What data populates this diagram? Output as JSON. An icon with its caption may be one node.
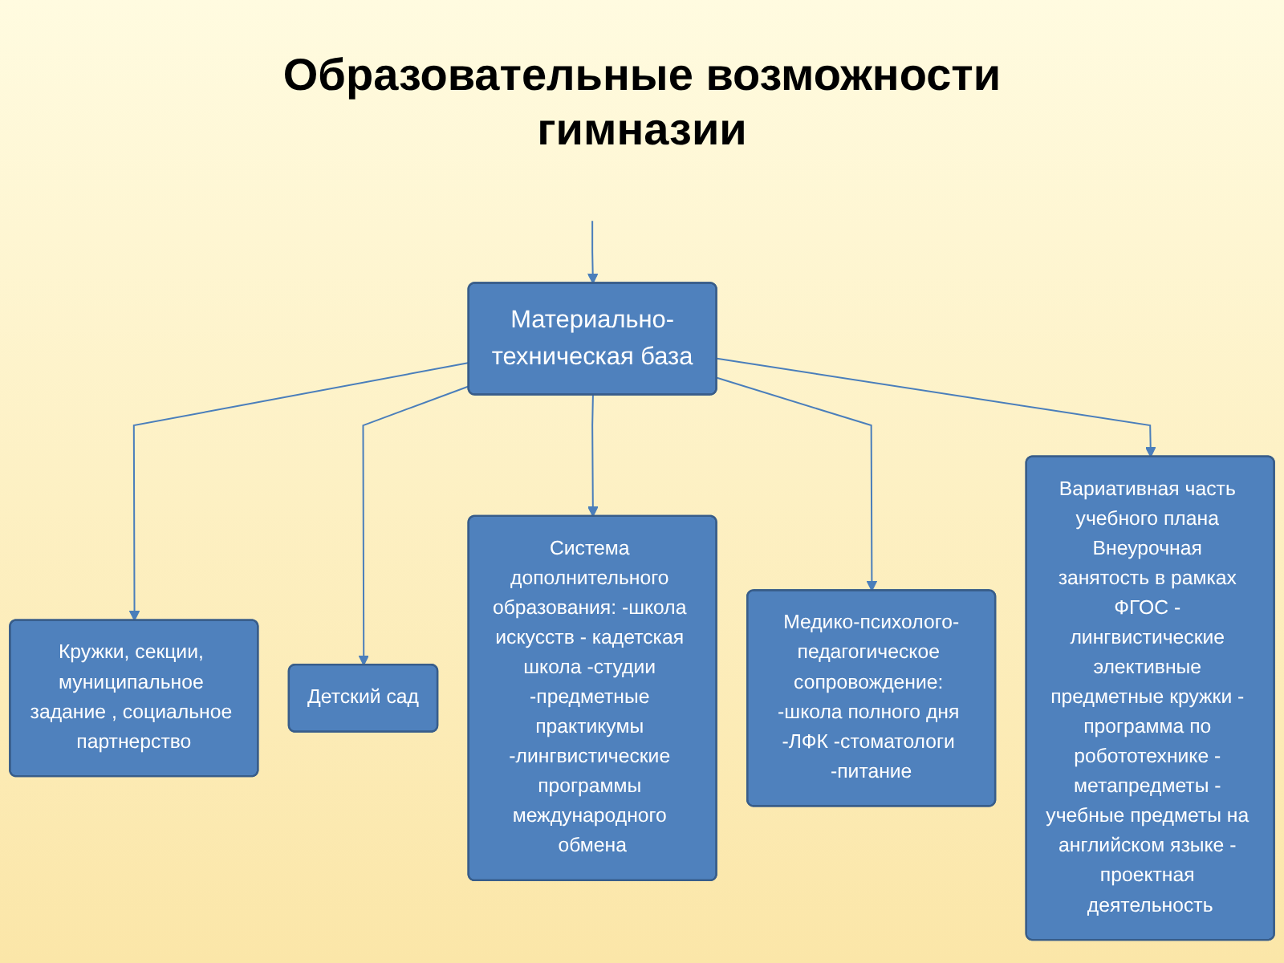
{
  "diagram": {
    "title": "Образовательные возможности гимназии",
    "nodes": [
      {
        "text": [
          "Кружки, секции, муниципальное задание , социальное партнерство"
        ]
      },
      {
        "text": [
          "Материально-техническая база"
        ]
      },
      {
        "text": [
          "Детский сад"
        ]
      },
      {
        "text": [
          "Система дополнительного образования: -школа искусств - кадетская школа -студии -предметные практикумы -лингвистические программы международного обмена"
        ]
      },
      {
        "text": [
          "Медико-психолого-педагогическое сопровождение: -школа полного дня -ЛФК -стоматологи -питание"
        ]
      },
      {
        "text": [
          "Вариативная часть учебного плана Внеурочная занятость в рамках ФГОС - лингвистические элективные предметные кружки - программа по робототехнике - метапредметы - учебные предметы на английском языке - проектная деятельность"
        ]
      }
    ],
    "edges": [
      {
        "from": null,
        "to": 1,
        "arrow": "to"
      },
      {
        "from": 1,
        "to": 0,
        "arrow": "to"
      },
      {
        "from": 1,
        "to": 2,
        "arrow": "to"
      },
      {
        "from": 1,
        "to": 3,
        "arrow": "to"
      },
      {
        "from": 1,
        "to": 4,
        "arrow": "to"
      },
      {
        "from": 1,
        "to": 5,
        "arrow": "to"
      }
    ]
  }
}
